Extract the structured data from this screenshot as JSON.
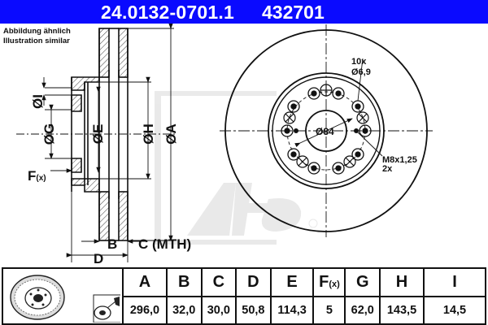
{
  "header": {
    "part_number": "24.0132-0701.1",
    "ref_number": "432701",
    "background": "#0a0aff"
  },
  "note": {
    "line1": "Abbildung ähnlich",
    "line2": "Illustration similar"
  },
  "side_view_labels": {
    "dia_I": "ØI",
    "dia_G": "ØG",
    "dia_E": "ØE",
    "dia_H": "ØH",
    "dia_A": "ØA",
    "F": "F",
    "F_sub": "(x)",
    "B": "B",
    "C_mth": "C (MTH)",
    "D": "D"
  },
  "front_view_labels": {
    "holes_count": "10x",
    "holes_dia": "Ø6,9",
    "center_dia": "Ø84",
    "thread": "M8x1,25",
    "thread_count": "2x"
  },
  "table": {
    "headers": [
      {
        "key": "A",
        "label": "A"
      },
      {
        "key": "B",
        "label": "B"
      },
      {
        "key": "C",
        "label": "C"
      },
      {
        "key": "D",
        "label": "D"
      },
      {
        "key": "E",
        "label": "E"
      },
      {
        "key": "F",
        "label": "F",
        "sub": "(x)"
      },
      {
        "key": "G",
        "label": "G"
      },
      {
        "key": "H",
        "label": "H"
      },
      {
        "key": "I",
        "label": "I"
      }
    ],
    "values": [
      "296,0",
      "32,0",
      "30,0",
      "50,8",
      "114,3",
      "5",
      "62,0",
      "143,5",
      "14,5"
    ],
    "thumbnail_icons": [
      "brake-disc-thumbnail-icon",
      "spray-cleaner-icon"
    ]
  }
}
